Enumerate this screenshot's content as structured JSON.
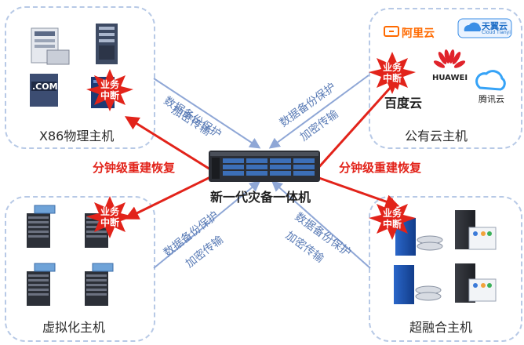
{
  "panels": {
    "x86": {
      "label": "X86物理主机"
    },
    "cloud": {
      "label": "公有云主机"
    },
    "virtual": {
      "label": "虚拟化主机"
    },
    "hci": {
      "label": "超融合主机"
    }
  },
  "center": {
    "label": "新一代灾备一体机"
  },
  "flows": {
    "top_left": {
      "line1": "数据备份保护",
      "line2": "加密传输"
    },
    "top_right": {
      "line1": "数据备份保护",
      "line2": "加密传输"
    },
    "bottom_left": {
      "line1": "数据备份保护",
      "line2": "加密传输"
    },
    "bottom_right": {
      "line1": "数据备份保护",
      "line2": "加密传输"
    }
  },
  "recovery": {
    "left": "分钟级重建恢复",
    "right": "分钟级重建恢复"
  },
  "interruption": {
    "line1": "业务",
    "line2": "中断"
  },
  "icons": {
    "com_label": ".COM"
  },
  "cloud_logos": {
    "aliyun": "阿里云",
    "tianyi": "天翼云",
    "tianyi_sub": "Cloud Tianyi",
    "huawei": "HUAWEI",
    "baidu": "百度云",
    "tencent": "腾讯云"
  },
  "colors": {
    "red": "#e2231a",
    "blue_arrow": "#8fa7d6",
    "panel_border": "#b7c9e6"
  }
}
